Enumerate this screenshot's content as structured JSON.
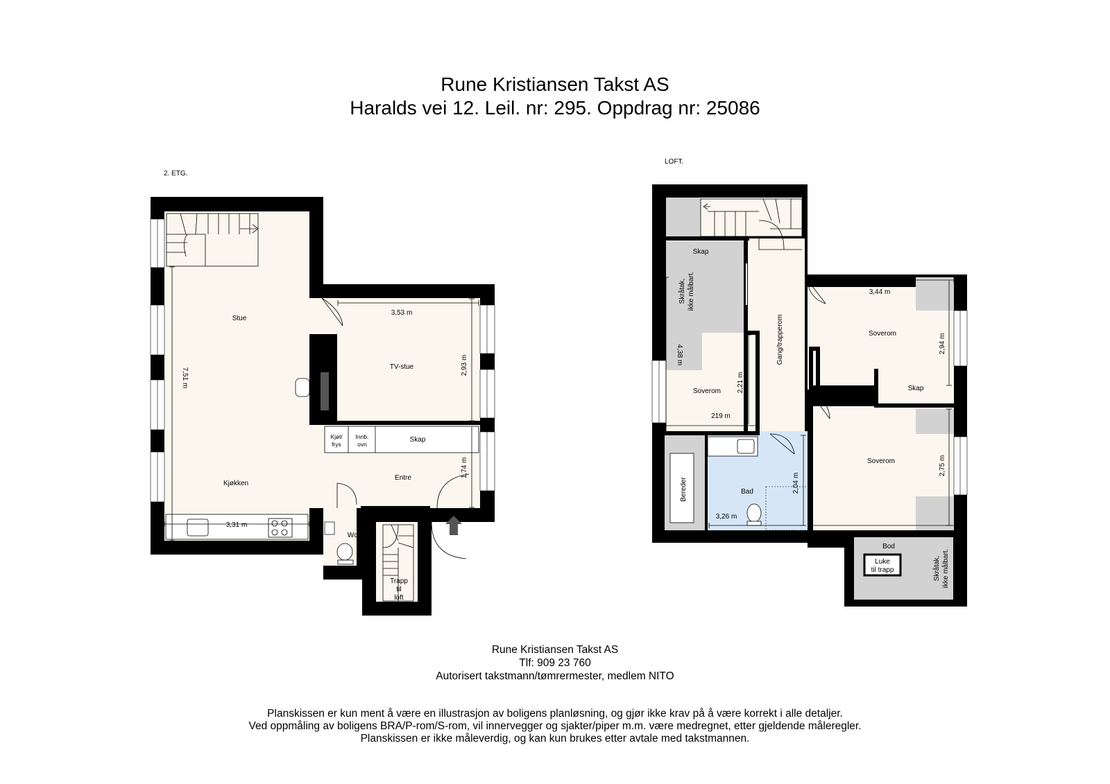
{
  "header": {
    "company": "Rune Kristiansen Takst AS",
    "address_line": "Haralds vei 12. Leil. nr: 295. Oppdrag nr: 25086"
  },
  "floors": {
    "ground": {
      "label": "2. ETG.",
      "rooms": {
        "stue": "Stue",
        "tv_stue": "TV-stue",
        "kjokken": "Kjøkken",
        "entre": "Entre",
        "wc": "Wc",
        "skap": "Skap",
        "kjol_1": "Kjøl/",
        "kjol_2": "frys",
        "innb_1": "Innb.",
        "innb_2": "ovn",
        "trapp_1": "Trapp",
        "trapp_2": "til",
        "trapp_3": "loft"
      },
      "dims": {
        "stue_height": "7,51 m",
        "tv_width": "3,53 m",
        "tv_height": "2,93 m",
        "entre_height": "1,74 m",
        "kjokken_width": "3,31 m"
      }
    },
    "loft": {
      "label": "LOFT.",
      "rooms": {
        "skap_top": "Skap",
        "skratak_1": "Skråtak,",
        "skratak_2": "ikke målbart.",
        "soverom_left": "Soverom",
        "gang": "Gang/trapperom",
        "soverom_top_right": "Soverom",
        "skap_right": "Skap",
        "soverom_bottom_right": "Soverom",
        "bad": "Bad",
        "bereder": "Bereder",
        "bod": "Bod",
        "luke_1": "Luke",
        "luke_2": "til trapp",
        "skratak_bod_1": "Skråtak,",
        "skratak_bod_2": "ikke målbart."
      },
      "dims": {
        "left_height": "4,38 m",
        "soverom_left_height": "2,21 m",
        "soverom_left_width": "219 m",
        "top_right_width": "3,44 m",
        "top_right_height": "2,94 m",
        "bottom_right_height": "2,75 m",
        "bad_height": "2,04 m",
        "bad_width": "3,26 m"
      }
    }
  },
  "footer": {
    "company": "Rune Kristiansen Takst AS",
    "phone": "Tlf: 909 23 760",
    "cert": "Autorisert takstmann/tømrermester, medlem NITO",
    "disclaimer_1": "Planskissen er kun ment å være en illustrasjon av boligens planløsning, og gjør ikke krav på å være korrekt i alle detaljer.",
    "disclaimer_2": "Ved oppmåling av boligens BRA/P-rom/S-rom, vil innervegger og sjakter/piper m.m. være medregnet, etter gjeldende måleregler.",
    "disclaimer_3": "Planskissen er ikke måleverdig, og kan kun brukes etter avtale med takstmannen."
  },
  "colors": {
    "floor": "#fbf7ee",
    "wall": "#000000",
    "slope": "#d2d2d2",
    "bath": "#d6e6f7"
  }
}
